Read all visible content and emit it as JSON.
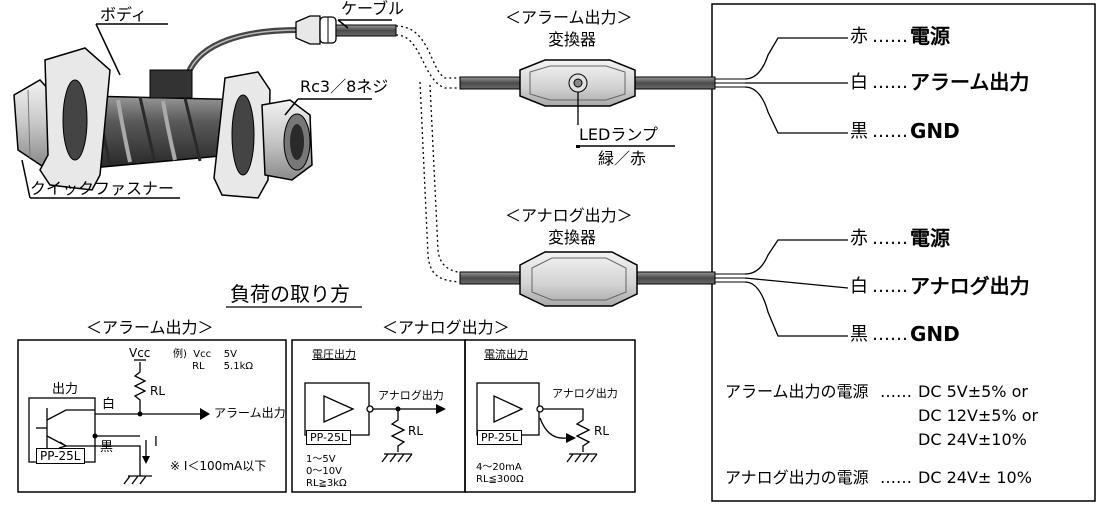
{
  "labels": {
    "body": "ボディ",
    "cable": "ケーブル",
    "thread": "Rc3／8ネジ",
    "fastener": "クイックファスナー"
  },
  "alarm_converter": {
    "line1": "＜アラーム出力＞",
    "line2": "変換器"
  },
  "analog_converter": {
    "line1": "＜アナログ出力＞",
    "line2": "変換器"
  },
  "led": {
    "title": "LEDランプ",
    "colors": "緑／赤"
  },
  "alarm_wires": [
    {
      "color": "赤",
      "dots": "……",
      "signal": "電源"
    },
    {
      "color": "白",
      "dots": "……",
      "signal": "アラーム出力"
    },
    {
      "color": "黒",
      "dots": "……",
      "signal": "GND"
    }
  ],
  "analog_wires": [
    {
      "color": "赤",
      "dots": "……",
      "signal": "電源"
    },
    {
      "color": "白",
      "dots": "……",
      "signal": "アナログ出力"
    },
    {
      "color": "黒",
      "dots": "……",
      "signal": "GND"
    }
  ],
  "power": {
    "alarm_label": "アラーム出力の電源",
    "dots": "……",
    "alarm_values": [
      "DC 5V±5% or",
      "DC 12V±5% or",
      "DC 24V±10%"
    ],
    "analog_label": "アナログ出力の電源",
    "analog_value": "DC 24V± 10%"
  },
  "load": {
    "title": "負荷の取り方",
    "alarm_heading": "＜アラーム出力＞",
    "analog_heading": "＜アナログ出力＞",
    "alarm_circuit": {
      "vcc": "Vcc",
      "example": "例)  Vcc    5V\n      RL      5.1kΩ",
      "rl": "RL",
      "output_label": "出力",
      "white": "白",
      "black": "黒",
      "current": "I",
      "arrow_label": "アラーム出力",
      "device": "PP-25L",
      "note": "※ I＜100mA以下"
    },
    "voltage_circuit": {
      "heading": "電圧出力",
      "output": "アナログ出力",
      "device": "PP-25L",
      "rl": "RL",
      "spec": "1～5V\n0～10V\nRL≧3kΩ"
    },
    "current_circuit": {
      "heading": "電流出力",
      "output": "アナログ出力",
      "device": "PP-25L",
      "rl": "RL",
      "spec": "4～20mA\nRL≦300Ω"
    }
  }
}
